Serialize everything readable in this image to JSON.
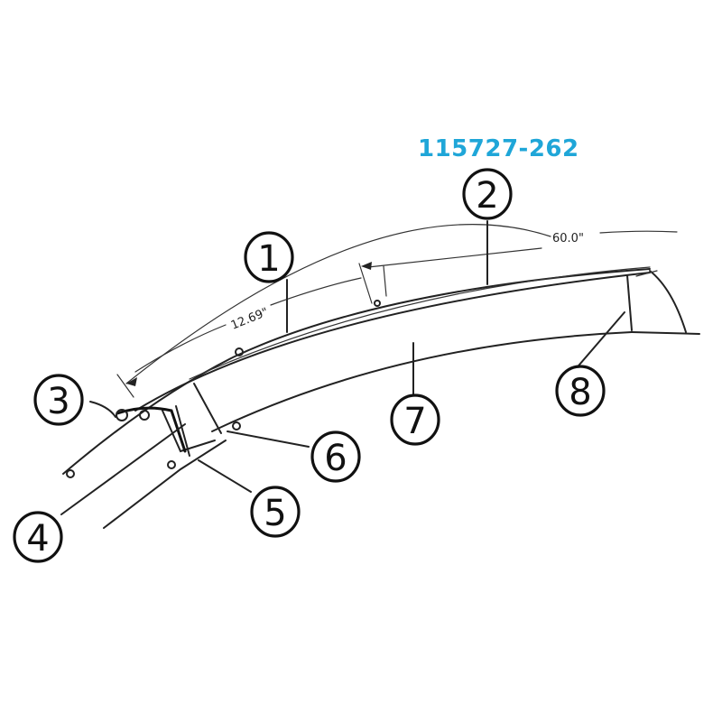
{
  "part_number": "115727-262",
  "dimensions": {
    "arc_length": "60.0\"",
    "offset": "12.69\""
  },
  "callouts": [
    {
      "id": "callout-1",
      "label": "1"
    },
    {
      "id": "callout-2",
      "label": "2"
    },
    {
      "id": "callout-3",
      "label": "3"
    },
    {
      "id": "callout-4",
      "label": "4"
    },
    {
      "id": "callout-5",
      "label": "5"
    },
    {
      "id": "callout-6",
      "label": "6"
    },
    {
      "id": "callout-7",
      "label": "7"
    },
    {
      "id": "callout-8",
      "label": "8"
    }
  ]
}
